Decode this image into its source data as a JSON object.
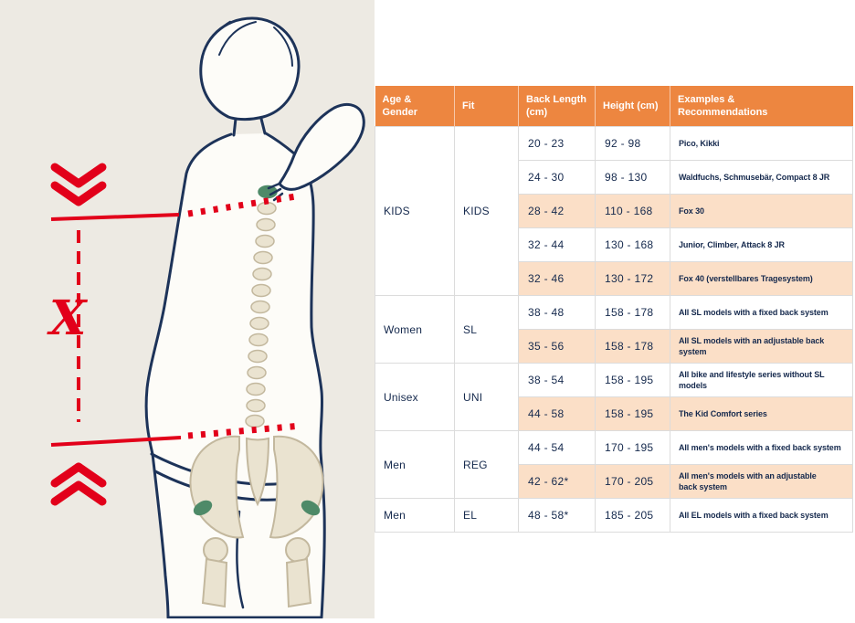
{
  "colors": {
    "header_bg": "#ED8640",
    "highlight_bg": "#FBDFC7",
    "text": "#15294D",
    "navy": "#1D3359",
    "red": "#E2001A",
    "left_bg": "#EDEAE3",
    "bone": "#EAE3D0",
    "bone_stroke": "#C3B89E",
    "green": "#4E8A68",
    "border": "#DCDCDC",
    "white": "#FFFFFF"
  },
  "illustration": {
    "x_label": "X"
  },
  "table": {
    "headers": [
      "Age &\nGender",
      "Fit",
      "Back Length\n(cm)",
      "Height (cm)",
      "Examples &\nRecommendations"
    ],
    "groups": [
      {
        "age": "KIDS",
        "fit": "KIDS"
      },
      {
        "age": "Women",
        "fit": "SL"
      },
      {
        "age": "Unisex",
        "fit": "UNI"
      },
      {
        "age": "Men",
        "fit": "REG"
      },
      {
        "age": "Men",
        "fit": "EL"
      }
    ],
    "rows": [
      {
        "back_length": "20 - 23",
        "height": "92 - 98",
        "examples": "Pico, Kikki"
      },
      {
        "back_length": "24 - 30",
        "height": "98 - 130",
        "examples": "Waldfuchs, Schmusebär, Compact 8 JR"
      },
      {
        "back_length": "28 - 42",
        "height": "110 - 168",
        "examples": "Fox 30",
        "highlight": true
      },
      {
        "back_length": "32 - 44",
        "height": "130 - 168",
        "examples": "Junior, Climber, Attack 8 JR"
      },
      {
        "back_length": "32 - 46",
        "height": "130 - 172",
        "examples": "Fox 40 (verstellbares Tragesystem)",
        "highlight": true
      },
      {
        "back_length": "38 - 48",
        "height": "158 - 178",
        "examples": "All SL models with a fixed back system"
      },
      {
        "back_length": "35 - 56",
        "height": "158 - 178",
        "examples": "All SL models with an adjustable back system",
        "highlight": true
      },
      {
        "back_length": "38 - 54",
        "height": "158 - 195",
        "examples": "All bike and lifestyle series without SL models"
      },
      {
        "back_length": "44 - 58",
        "height": "158 - 195",
        "examples": "The Kid Comfort series",
        "highlight": true
      },
      {
        "back_length": "44 - 54",
        "height": "170 - 195",
        "examples": "All men's models with a fixed back system"
      },
      {
        "back_length": "42 - 62*",
        "height": "170 - 205",
        "examples": "All men's models with an adjustable\n back system",
        "highlight": true
      },
      {
        "back_length": "48 - 58*",
        "height": "185 - 205",
        "examples": "All EL models with a fixed back system"
      }
    ]
  }
}
